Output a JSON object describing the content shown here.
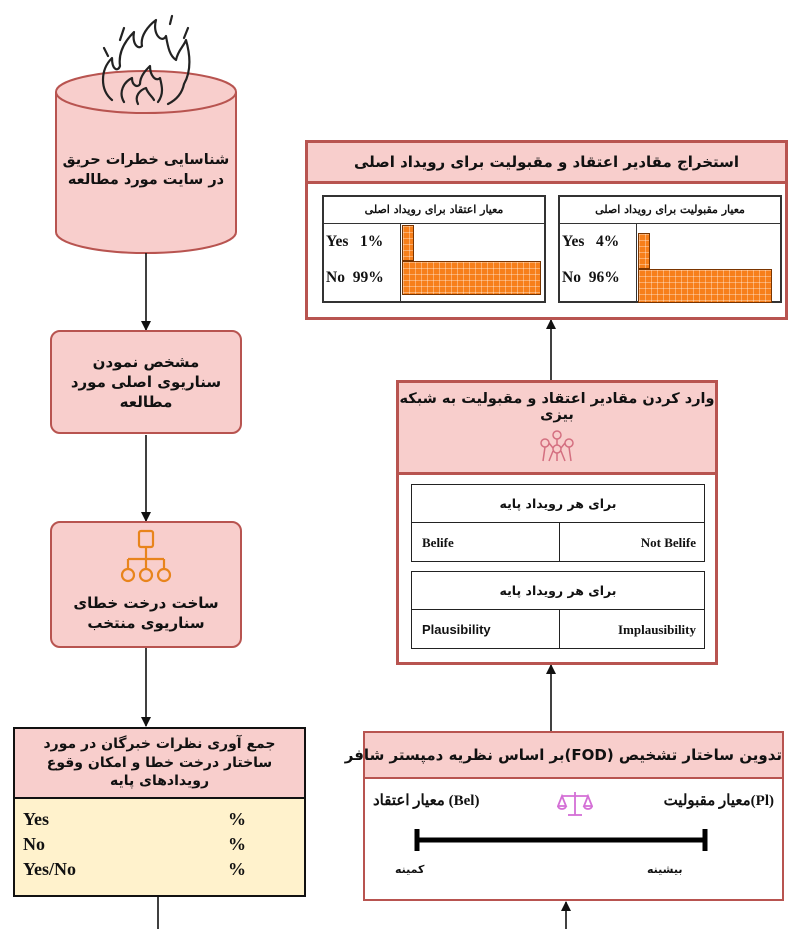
{
  "colors": {
    "pink_fill": "#f8cecc",
    "pink_border": "#b85450",
    "bar_orange": "#f77f1a",
    "cream_fill": "#fff2cc",
    "icon_orange": "#e8841c",
    "icon_pink": "#d46fd6"
  },
  "identify": {
    "label": "شناسایی خطرات حریق در سایت مورد مطالعه",
    "icon": "fire-icon"
  },
  "scenario": {
    "label": "مشخص نمودن سناریوی اصلی مورد مطالعه"
  },
  "fault_tree": {
    "label": "ساخت درخت خطای سناریوی منتخب",
    "icon": "hierarchy-icon"
  },
  "expert": {
    "title": "جمع آوری نظرات خبرگان در مورد ساختار درخت خطا و امکان وقوع رویدادهای پایه",
    "rows": [
      {
        "label": "Yes",
        "pct": "%"
      },
      {
        "label": "No",
        "pct": "%"
      },
      {
        "label": "Yes/No",
        "pct": "%"
      }
    ]
  },
  "fod": {
    "title": "تدوین ساختار تشخیص  (FOD)بر اساس نظریه دمپستر شافر",
    "left_label": "(Bel) معیار اعتقاد",
    "right_label": "(Pl)معیار مقبولیت",
    "min_label": "کمینه",
    "max_label": "بیشینه",
    "icon": "balance-scale-icon"
  },
  "network": {
    "title": "وارد کردن مقادیر اعتقاد و مقبولیت به شبکه بیزی",
    "icon": "network-icon",
    "tables": [
      {
        "title": "برای هر رویداد پایه",
        "left": "Belife",
        "right": "Not Belife"
      },
      {
        "title": "برای هر رویداد پایه",
        "left": "Plausibility",
        "right": "Implausibility"
      }
    ]
  },
  "extract": {
    "title": "استخراج مقادیر اعتقاد و مقبولیت برای رویداد اصلی",
    "belief": {
      "title": "معیار اعتقاد برای رویداد اصلی",
      "yes_label": "Yes   1%",
      "no_label": "No  99%",
      "yes": 1,
      "no": 99
    },
    "plaus": {
      "title": "معیار مقبولیت برای رویداد اصلی",
      "yes_label": "Yes   4%",
      "no_label": "No  96%",
      "yes": 4,
      "no": 96
    }
  }
}
